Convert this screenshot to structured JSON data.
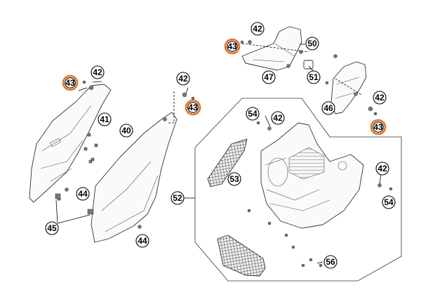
{
  "colors": {
    "highlight": "#e8731f",
    "line": "#333333"
  },
  "callouts": {
    "c42_top": "42",
    "c43_top": "43",
    "c50": "50",
    "c47": "47",
    "c51": "51",
    "c46": "46",
    "c42_right": "42",
    "c43_right": "43",
    "c42_left": "42",
    "c43_left": "43",
    "c41": "41",
    "c42_mid": "42",
    "c43_mid": "43",
    "c40": "40",
    "c54_top": "54",
    "c42_box": "42",
    "c53": "53",
    "c52": "52",
    "c42_box_right": "42",
    "c54_right": "54",
    "c44_left": "44",
    "c45": "45",
    "c44_bottom": "44",
    "c56": "56"
  },
  "highlighted_parts": [
    "43"
  ]
}
